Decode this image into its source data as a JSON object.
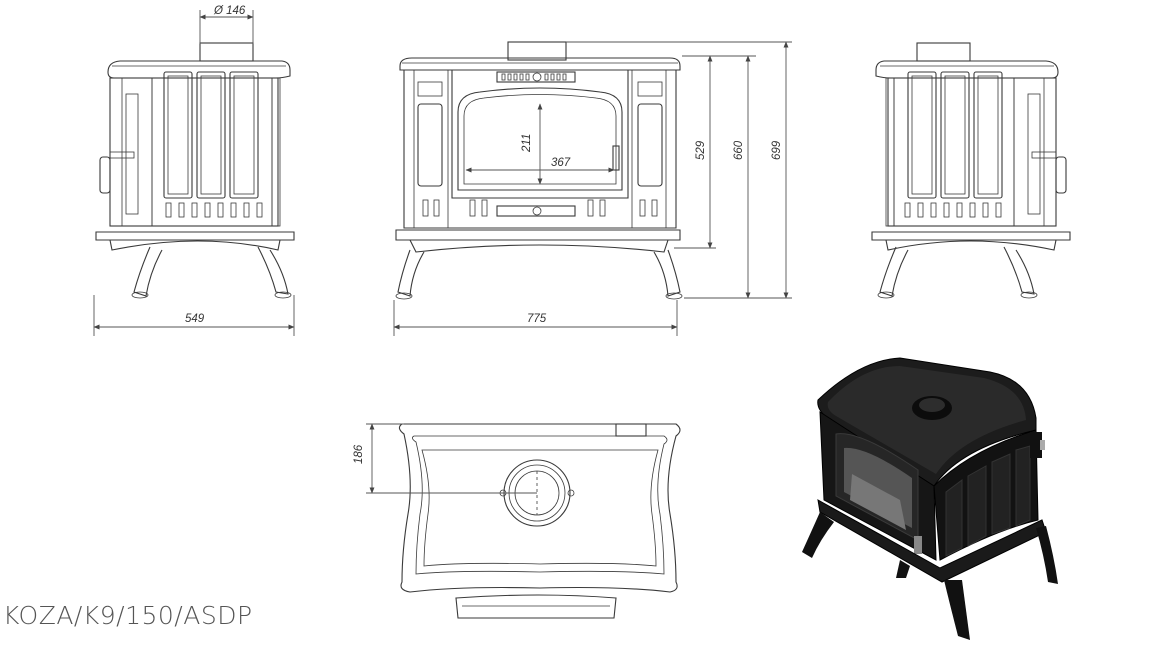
{
  "model_code": "KOZA/K9/150/ASDP",
  "dimensions": {
    "flue_diameter": "Ø 146",
    "side_depth": "549",
    "front_width": "775",
    "glass_height": "211",
    "glass_width": "367",
    "flue_axis_height": "529",
    "body_height": "660",
    "overall_height": "699",
    "flue_offset_top_view": "186"
  },
  "views": [
    "side-view-left",
    "front-view",
    "side-view-right",
    "top-view",
    "render-3d"
  ]
}
